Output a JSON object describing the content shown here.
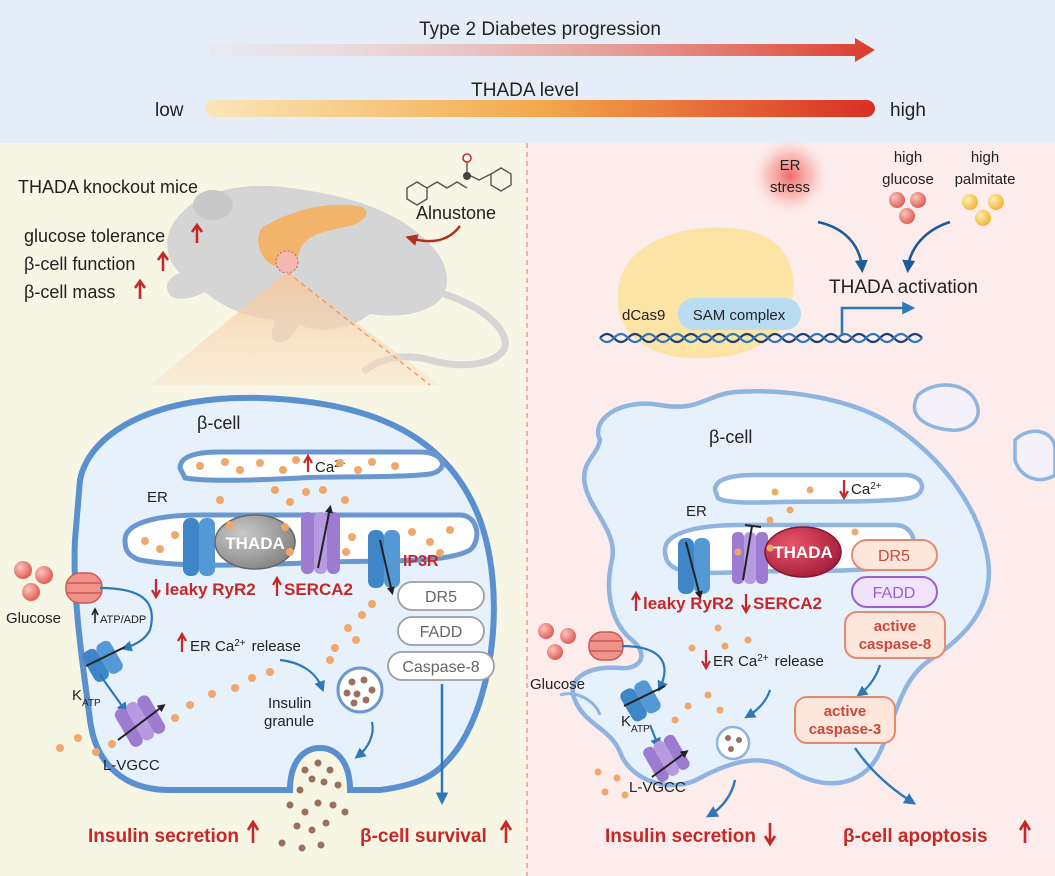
{
  "header": {
    "progression": "Type 2 Diabetes progression",
    "thada_level": "THADA level",
    "low": "low",
    "high": "high"
  },
  "left": {
    "mice_title": "THADA knockout mice",
    "phenotypes": [
      "glucose tolerance",
      "β-cell function",
      "β-cell mass"
    ],
    "drug": "Alnustone",
    "cell_label": "β-cell",
    "er_label": "ER",
    "ca": "Ca",
    "ca_sup": "2+",
    "thada": "THADA",
    "leaky": "leaky RyR2",
    "serca": "SERCA2",
    "ip3r": "IP3R",
    "glucose": "Glucose",
    "atp_adp": "ATP/ADP",
    "katp_k": "K",
    "katp_sub": "ATP",
    "lvgcc": "L-VGCC",
    "er_release_a": "ER Ca",
    "er_release_b": "release",
    "granule_1": "Insulin",
    "granule_2": "granule",
    "receptors": [
      "DR5",
      "FADD",
      "Caspase-8"
    ],
    "secretion": "Insulin secretion",
    "survival": "β-cell survival"
  },
  "right": {
    "er_stress_1": "ER",
    "er_stress_2": "stress",
    "hg_1": "high",
    "hg_2": "glucose",
    "hp_1": "high",
    "hp_2": "palmitate",
    "activation": "THADA activation",
    "dcas9": "dCas9",
    "sam": "SAM complex",
    "cell_label": "β-cell",
    "er_label": "ER",
    "ca": "Ca",
    "ca_sup": "2+",
    "thada": "THADA",
    "leaky": "leaky RyR2",
    "serca": "SERCA2",
    "dr5": "DR5",
    "fadd": "FADD",
    "casp8_1": "active",
    "casp8_2": "caspase-8",
    "casp3_1": "active",
    "casp3_2": "caspase-3",
    "glucose": "Glucose",
    "katp_k": "K",
    "katp_sub": "ATP",
    "lvgcc": "L-VGCC",
    "er_release_a": "ER Ca",
    "er_release_b": "release",
    "secretion": "Insulin secretion",
    "apoptosis": "β-cell apoptosis"
  }
}
